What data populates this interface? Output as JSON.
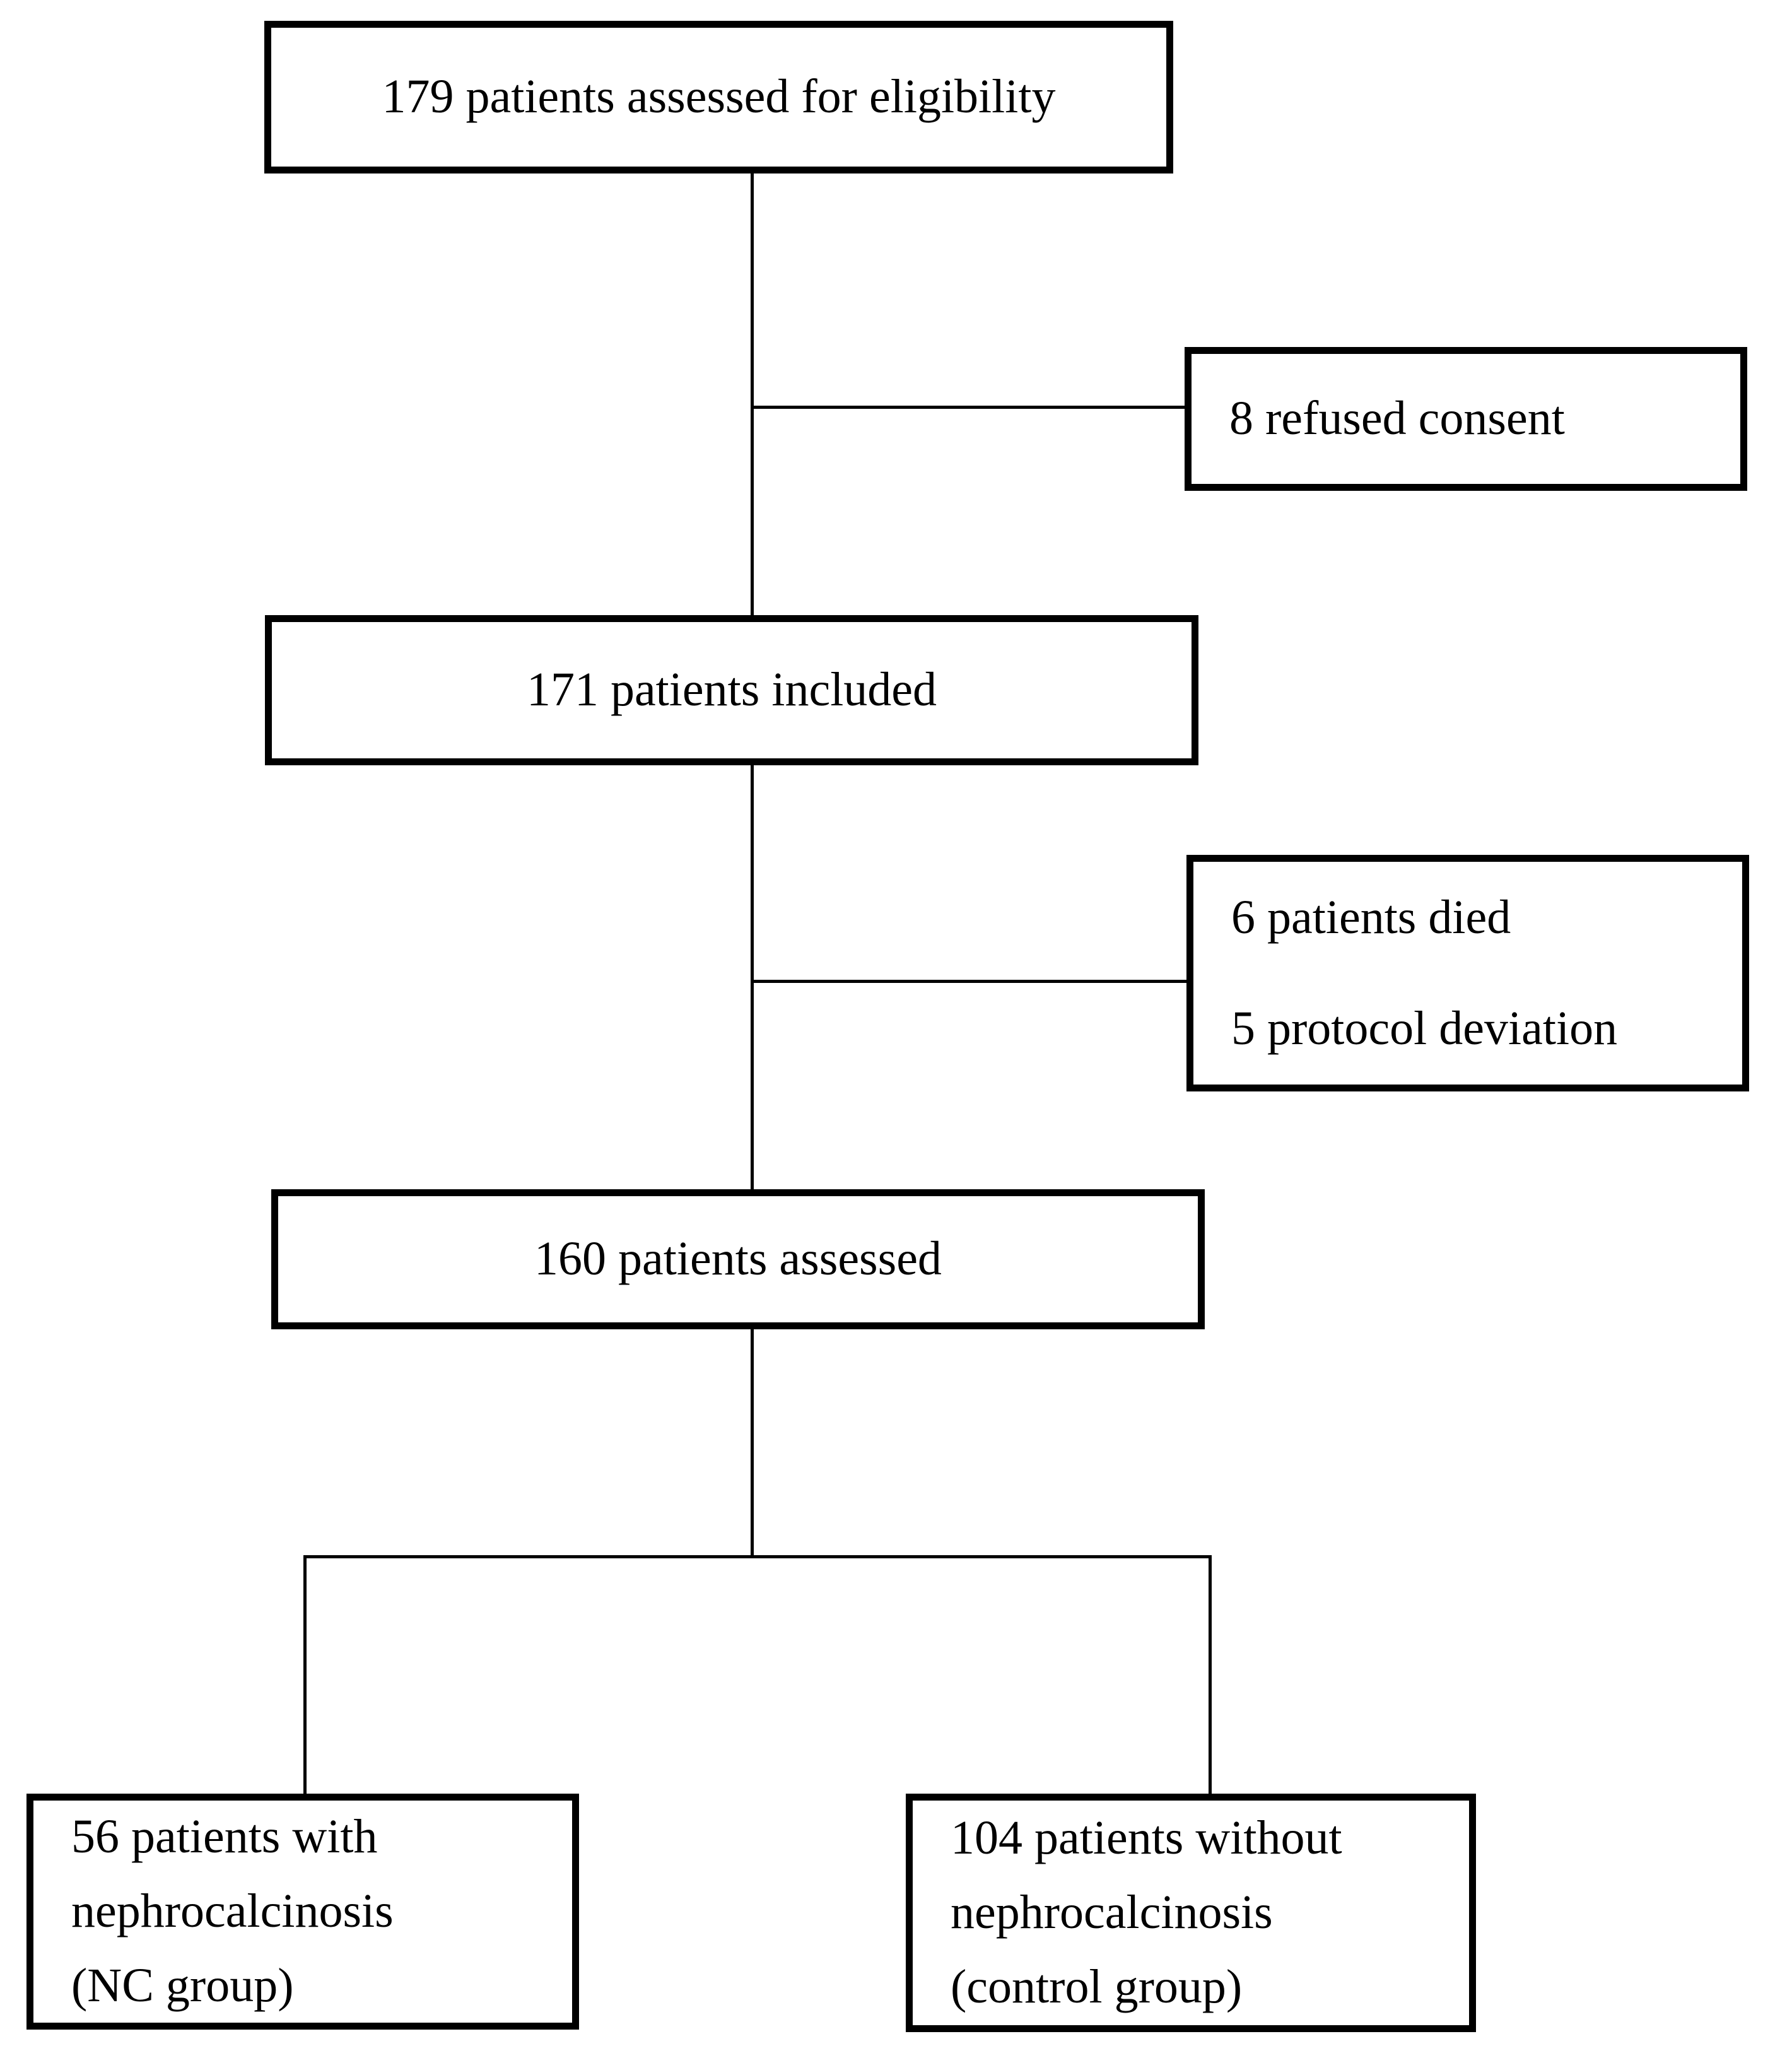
{
  "diagram": {
    "boxes": {
      "eligibility": {
        "text": "179 patients assessed for eligibility"
      },
      "refused": {
        "text": "8 refused consent"
      },
      "included": {
        "text": "171 patients included"
      },
      "excluded": {
        "line1": "6 patients died",
        "line2": "5 protocol deviation"
      },
      "assessed": {
        "text": "160 patients assessed"
      },
      "nc_group": {
        "line1": "56 patients with",
        "line2": "nephrocalcinosis",
        "line3": "(NC group)"
      },
      "control_group": {
        "line1": "104 patients without",
        "line2": "nephrocalcinosis",
        "line3": "(control group)"
      }
    },
    "line_color": "#000000",
    "box_background": "#ffffff"
  }
}
